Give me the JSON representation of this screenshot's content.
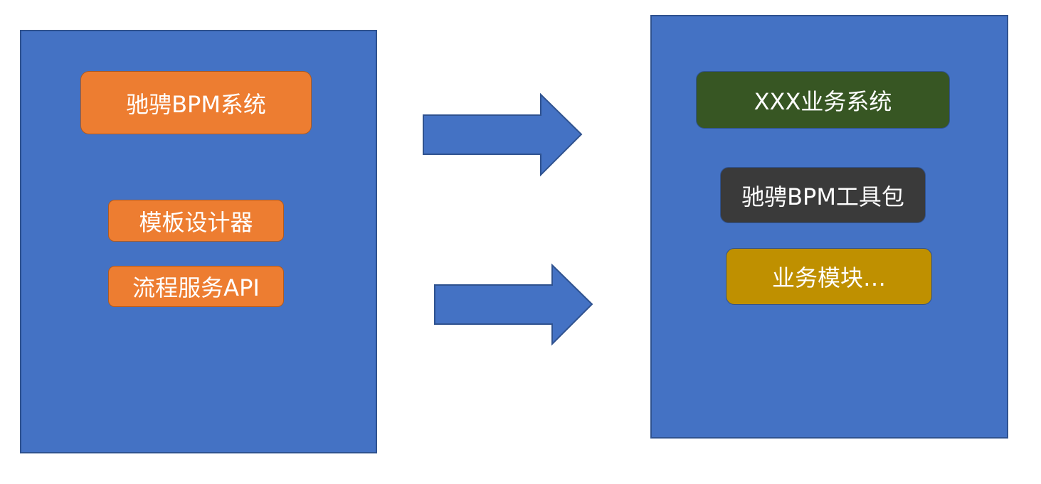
{
  "left_panel": {
    "title_box": "驰骋BPM系统",
    "items": [
      "模板设计器",
      "流程服务API"
    ]
  },
  "right_panel": {
    "boxes": [
      "XXX业务系统",
      "驰骋BPM工具包",
      "业务模块…"
    ]
  },
  "colors": {
    "panel": "#4472c4",
    "panel_border": "#2f528f",
    "orange": "#ed7d31",
    "green": "#375623",
    "dark": "#3a3a3a",
    "gold": "#bf9000"
  }
}
